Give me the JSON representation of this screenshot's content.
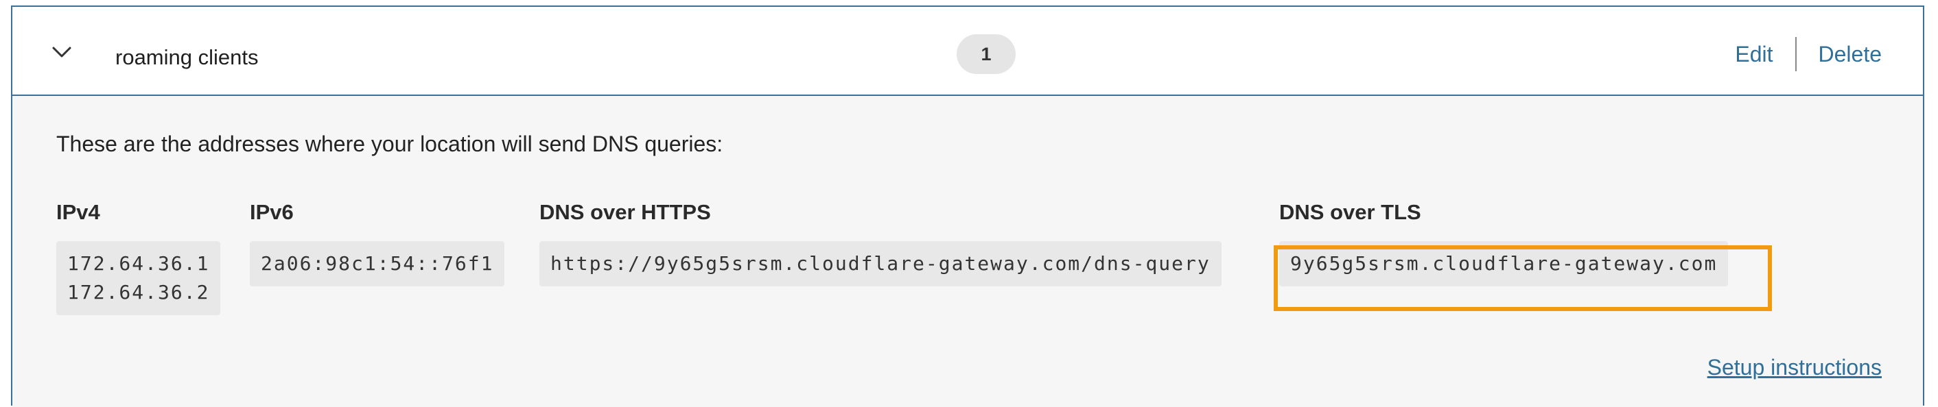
{
  "location": {
    "name": "roaming clients",
    "count": "1",
    "actions": {
      "edit_label": "Edit",
      "delete_label": "Delete"
    }
  },
  "details": {
    "intro": "These are the addresses where your location will send DNS queries:",
    "columns": [
      {
        "label": "IPv4",
        "values": [
          "172.64.36.1",
          "172.64.36.2"
        ]
      },
      {
        "label": "IPv6",
        "values": [
          "2a06:98c1:54::76f1"
        ]
      },
      {
        "label": "DNS over HTTPS",
        "values": [
          "https://9y65g5srsm.cloudflare-gateway.com/dns-query"
        ]
      },
      {
        "label": "DNS over TLS",
        "values": [
          "9y65g5srsm.cloudflare-gateway.com"
        ]
      }
    ],
    "setup_link": "Setup instructions"
  },
  "colors": {
    "accent": "#3d6f97",
    "link": "#2f6f99",
    "highlight": "#f39a12"
  },
  "icons": {
    "toggle": "chevron-down-icon"
  }
}
